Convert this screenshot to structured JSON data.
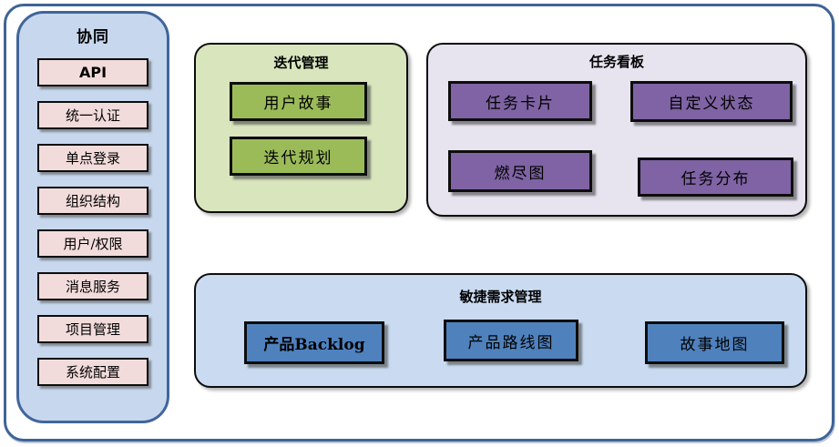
{
  "diagram": {
    "type": "feature-overview-diagram"
  },
  "colors": {
    "outer_border": "#3e6496",
    "sidebar_fill": "#c7d7ee",
    "sidebar_border": "#40659b",
    "sidebar_item_fill": "#f2dcdb",
    "green_panel_fill": "#d8e5bd",
    "green_item_fill": "#9bbb59",
    "purple_panel_fill": "#e7e3ef",
    "purple_item_fill": "#7f63a4",
    "blue_panel_fill": "#cadbf1",
    "blue_item_fill": "#4f81bd",
    "box_border": "#0d0d0d"
  },
  "sidebar": {
    "title": "协同",
    "items": [
      "API",
      "统一认证",
      "单点登录",
      "组织结构",
      "用户/权限",
      "消息服务",
      "项目管理",
      "系统配置"
    ]
  },
  "panels": [
    {
      "title": "迭代管理",
      "items": [
        "用户故事",
        "迭代规划"
      ]
    },
    {
      "title": "任务看板",
      "items": [
        "任务卡片",
        "自定义状态",
        "燃尽图",
        "任务分布"
      ]
    },
    {
      "title": "敏捷需求管理",
      "items": [
        "产品Backlog",
        "产品路线图",
        "故事地图"
      ]
    }
  ]
}
